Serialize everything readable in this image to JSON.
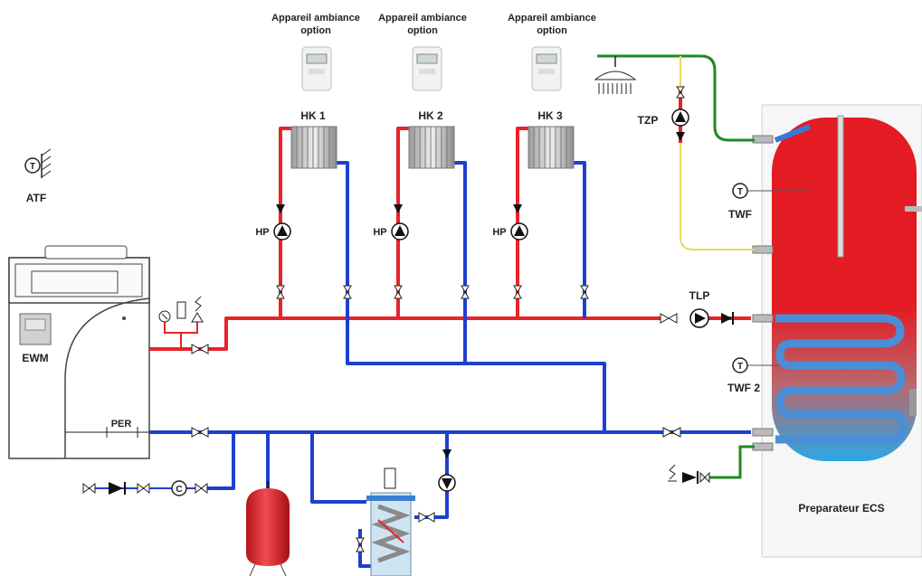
{
  "labels": {
    "device_option_1": [
      "Appareil ambiance",
      "option"
    ],
    "device_option_2": [
      "Appareil ambiance",
      "option"
    ],
    "device_option_3": [
      "Appareil ambiance",
      "option"
    ],
    "hk1": "HK 1",
    "hk2": "HK 2",
    "hk3": "HK 3",
    "hp1": "HP",
    "hp2": "HP",
    "hp3": "HP",
    "atf": "ATF",
    "ewm": "EWM",
    "per": "PER",
    "tzp": "TZP",
    "tlp": "TLP",
    "twf": "TWF",
    "twf2": "TWF 2",
    "tank": "Preparateur ECS",
    "t_symbol": "T",
    "c_symbol": "C"
  },
  "colors": {
    "supply": "#e8232a",
    "return": "#1f3fd1",
    "cold_water": "#1f8a1f",
    "circulation": "#e6dc5a",
    "tank_hot": "#e31b23",
    "tank_cold": "#2aa8e6"
  }
}
